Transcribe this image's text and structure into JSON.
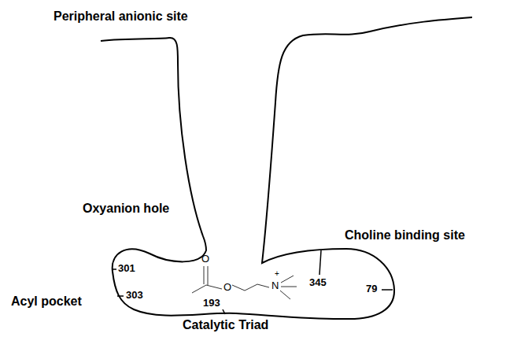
{
  "diagram": {
    "labels": [
      "Peripheral anionic site",
      "Oxyanion hole",
      "Choline binding site",
      "Acyl pocket",
      "Catalytic Triad",
      "301",
      "303",
      "193",
      "345",
      "79",
      "O",
      "O",
      "N",
      "+"
    ]
  }
}
